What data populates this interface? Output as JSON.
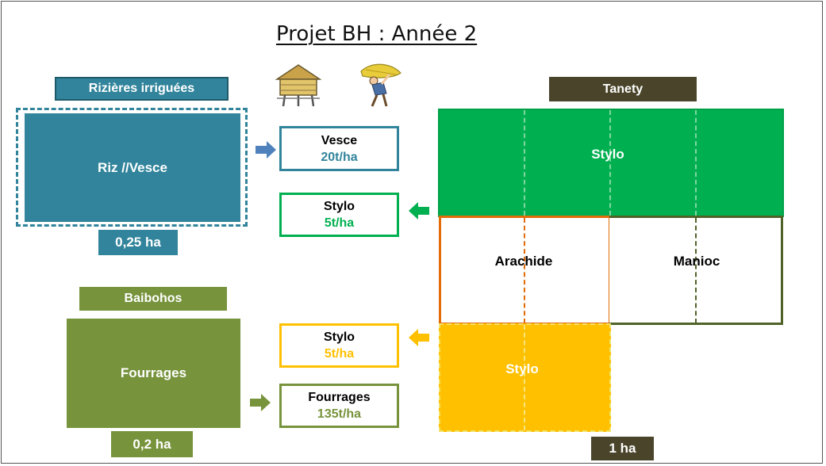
{
  "title": "Projet BH : Année 2",
  "left_top": {
    "header": "Rizières irriguées",
    "plot_label": "Riz //Vesce",
    "area": "0,25 ha"
  },
  "left_bottom": {
    "header": "Baibohos",
    "plot_label": "Fourrages",
    "area": "0,2 ha"
  },
  "middle": {
    "vesce": {
      "name": "Vesce",
      "yield": "20t/ha"
    },
    "stylo_green": {
      "name": "Stylo",
      "yield": "5t/ha"
    },
    "stylo_yellow": {
      "name": "Stylo",
      "yield": "5t/ha"
    },
    "fourrages": {
      "name": "Fourrages",
      "yield": "135t/ha"
    }
  },
  "right": {
    "header": "Tanety",
    "stylo_top": "Stylo",
    "arachide": "Arachide",
    "manioc": "Manioc",
    "stylo_bottom": "Stylo",
    "area": "1 ha"
  },
  "colors": {
    "teal": "#31849b",
    "green": "#00b050",
    "olive": "#77933c",
    "yellow": "#ffc000",
    "orange": "#e36c09",
    "dark_olive": "#4f6228",
    "tanety_bg": "#4a452a"
  },
  "icons": [
    "granary-icon",
    "farmer-carrying-hay-icon"
  ]
}
